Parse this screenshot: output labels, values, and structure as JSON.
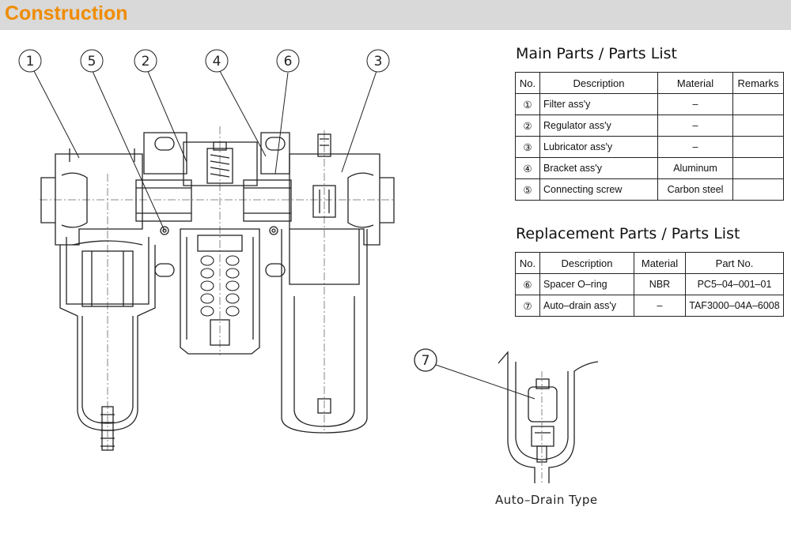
{
  "header": {
    "title": "Construction"
  },
  "callouts": [
    "1",
    "5",
    "2",
    "4",
    "6",
    "3",
    "7"
  ],
  "main_parts": {
    "title": "Main Parts / Parts List",
    "columns": [
      "No.",
      "Description",
      "Material",
      "Remarks"
    ],
    "rows": [
      {
        "no": "①",
        "description": "Filter ass'y",
        "material": "–",
        "remarks": ""
      },
      {
        "no": "②",
        "description": "Regulator ass'y",
        "material": "–",
        "remarks": ""
      },
      {
        "no": "③",
        "description": "Lubricator ass'y",
        "material": "–",
        "remarks": ""
      },
      {
        "no": "④",
        "description": "Bracket ass'y",
        "material": "Aluminum",
        "remarks": ""
      },
      {
        "no": "⑤",
        "description": "Connecting screw",
        "material": "Carbon steel",
        "remarks": ""
      }
    ]
  },
  "replacement_parts": {
    "title": "Replacement Parts / Parts List",
    "columns": [
      "No.",
      "Description",
      "Material",
      "Part No."
    ],
    "rows": [
      {
        "no": "⑥",
        "description": "Spacer O–ring",
        "material": "NBR",
        "part_no": "PC5–04–001–01"
      },
      {
        "no": "⑦",
        "description": "Auto–drain ass'y",
        "material": "–",
        "part_no": "TAF3000–04A–6008"
      }
    ]
  },
  "caption": "Auto–Drain Type"
}
